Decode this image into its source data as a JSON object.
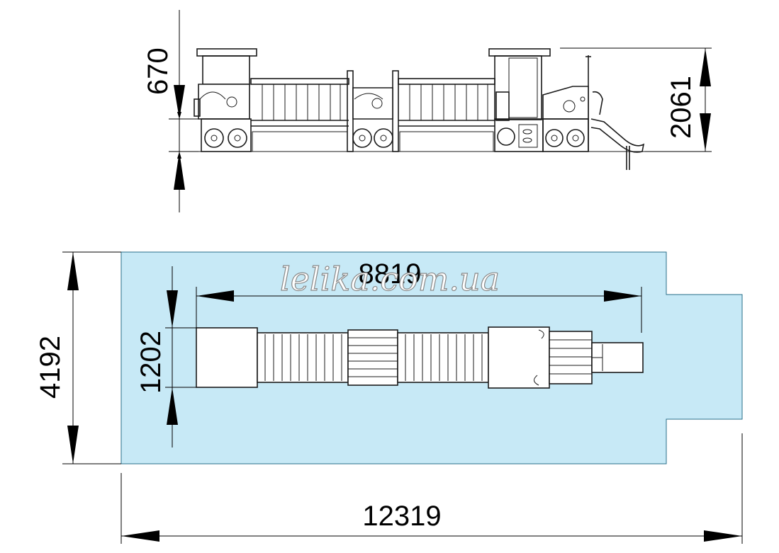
{
  "watermark": "lelika.com.ua",
  "colors": {
    "footprint_fill": "#c7e9f6",
    "footprint_stroke": "#2a6f8a",
    "line": "#000000"
  },
  "side_view": {
    "dim_top_height": "670",
    "dim_total_height": "2061"
  },
  "plan_view": {
    "dim_equipment_length": "8819",
    "dim_equipment_width": "1202",
    "dim_zone_width": "4192",
    "dim_zone_length": "12319"
  }
}
